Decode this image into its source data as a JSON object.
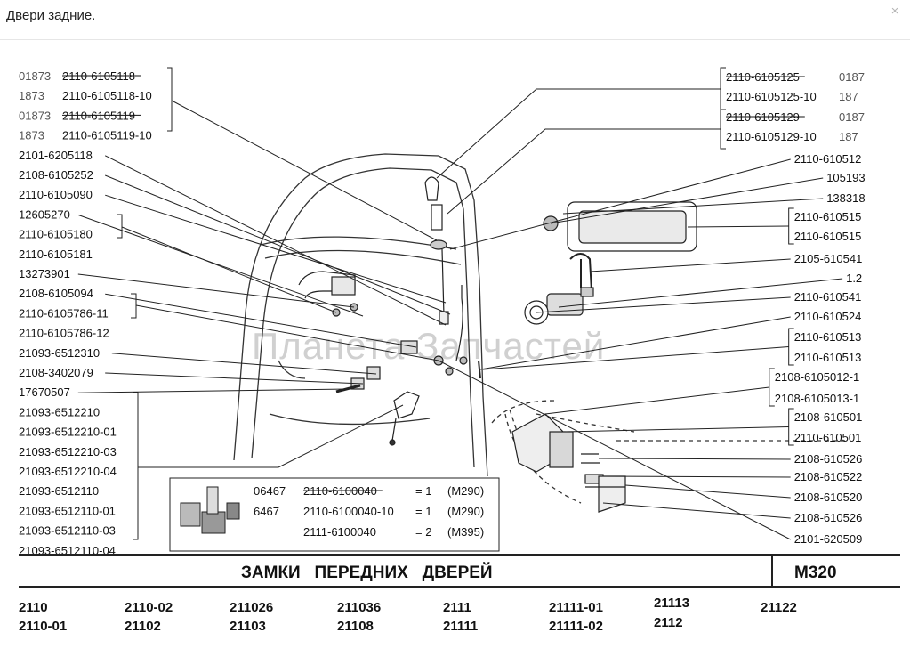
{
  "window": {
    "title": "Двери задние.",
    "close_glyph": "×"
  },
  "diagram": {
    "watermark": "Планета Запчастей",
    "left_labels": [
      {
        "prefix": "01873",
        "code": "2110-6105118",
        "strike": true
      },
      {
        "prefix": "1873",
        "code": "2110-6105118-10",
        "strike": false
      },
      {
        "prefix": "01873",
        "code": "2110-6105119",
        "strike": true
      },
      {
        "prefix": "1873",
        "code": "2110-6105119-10",
        "strike": false
      },
      {
        "prefix": "",
        "code": "2101-6205118",
        "strike": false
      },
      {
        "prefix": "",
        "code": "2108-6105252",
        "strike": false
      },
      {
        "prefix": "",
        "code": "2110-6105090",
        "strike": false
      },
      {
        "prefix": "",
        "code": "12605270",
        "strike": false
      },
      {
        "prefix": "",
        "code": "2110-6105180",
        "strike": false
      },
      {
        "prefix": "",
        "code": "2110-6105181",
        "strike": false
      },
      {
        "prefix": "",
        "code": "13273901",
        "strike": false
      },
      {
        "prefix": "",
        "code": "2108-6105094",
        "strike": false
      },
      {
        "prefix": "",
        "code": "2110-6105786-11",
        "strike": false
      },
      {
        "prefix": "",
        "code": "2110-6105786-12",
        "strike": false
      },
      {
        "prefix": "",
        "code": "21093-6512310",
        "strike": false
      },
      {
        "prefix": "",
        "code": "2108-3402079",
        "strike": false
      },
      {
        "prefix": "",
        "code": "17670507",
        "strike": false
      },
      {
        "prefix": "",
        "code": "21093-6512210",
        "strike": false
      },
      {
        "prefix": "",
        "code": "21093-6512210-01",
        "strike": false
      },
      {
        "prefix": "",
        "code": "21093-6512210-03",
        "strike": false
      },
      {
        "prefix": "",
        "code": "21093-6512210-04",
        "strike": false
      },
      {
        "prefix": "",
        "code": "21093-6512110",
        "strike": false
      },
      {
        "prefix": "",
        "code": "21093-6512110-01",
        "strike": false
      },
      {
        "prefix": "",
        "code": "21093-6512110-03",
        "strike": false
      },
      {
        "prefix": "",
        "code": "21093-6512110-04",
        "strike": false
      }
    ],
    "right_labels": [
      {
        "code": "2110-6105125",
        "suffix": "0187",
        "strike": true
      },
      {
        "code": "2110-6105125-10",
        "suffix": "187",
        "strike": false
      },
      {
        "code": "2110-6105129",
        "suffix": "0187",
        "strike": true
      },
      {
        "code": "2110-6105129-10",
        "suffix": "187",
        "strike": false
      },
      {
        "code": "2110-610512",
        "suffix": "",
        "strike": false
      },
      {
        "code": "105193",
        "suffix": "",
        "strike": false
      },
      {
        "code": "138318",
        "suffix": "",
        "strike": false
      },
      {
        "code": "2110-610515",
        "suffix": "",
        "strike": false
      },
      {
        "code": "2110-610515",
        "suffix": "",
        "strike": false
      },
      {
        "code": "2105-610541",
        "suffix": "",
        "strike": false
      },
      {
        "code": "1.2",
        "suffix": "",
        "strike": false
      },
      {
        "code": "2110-610541",
        "suffix": "",
        "strike": false
      },
      {
        "code": "2110-610524",
        "suffix": "",
        "strike": false
      },
      {
        "code": "2110-610513",
        "suffix": "",
        "strike": false
      },
      {
        "code": "2110-610513",
        "suffix": "",
        "strike": false
      },
      {
        "code": "2108-6105012-1",
        "suffix": "",
        "strike": false
      },
      {
        "code": "2108-6105013-1",
        "suffix": "",
        "strike": false
      },
      {
        "code": "2108-610501",
        "suffix": "",
        "strike": false
      },
      {
        "code": "2110-610501",
        "suffix": "",
        "strike": false
      },
      {
        "code": "2108-610526",
        "suffix": "",
        "strike": false
      },
      {
        "code": "2108-610522",
        "suffix": "",
        "strike": false
      },
      {
        "code": "2108-610520",
        "suffix": "",
        "strike": false
      },
      {
        "code": "2108-610526",
        "suffix": "",
        "strike": false
      },
      {
        "code": "2101-620509",
        "suffix": "",
        "strike": false
      }
    ],
    "kit_box": {
      "rows": [
        {
          "prefix": "06467",
          "code": "2110-6100040",
          "strike": true,
          "qty": "= 1",
          "model": "(M290)"
        },
        {
          "prefix": "6467",
          "code": "2110-6100040-10",
          "strike": false,
          "qty": "= 1",
          "model": "(M290)"
        },
        {
          "prefix": "",
          "code": "2111-6100040",
          "strike": false,
          "qty": "= 2",
          "model": "(M395)"
        }
      ]
    },
    "title_bar": {
      "title": "ЗАМКИ   ПЕРЕДНИХ   ДВЕРЕЙ",
      "code": "M320"
    },
    "models_row1": [
      "2110",
      "2110-02",
      "211026",
      "211036",
      "2111",
      "21111-01",
      "21113",
      "21122"
    ],
    "models_row2": [
      "2110-01",
      "21102",
      "21103",
      "21108",
      "21111",
      "21111-02",
      "2112"
    ]
  }
}
